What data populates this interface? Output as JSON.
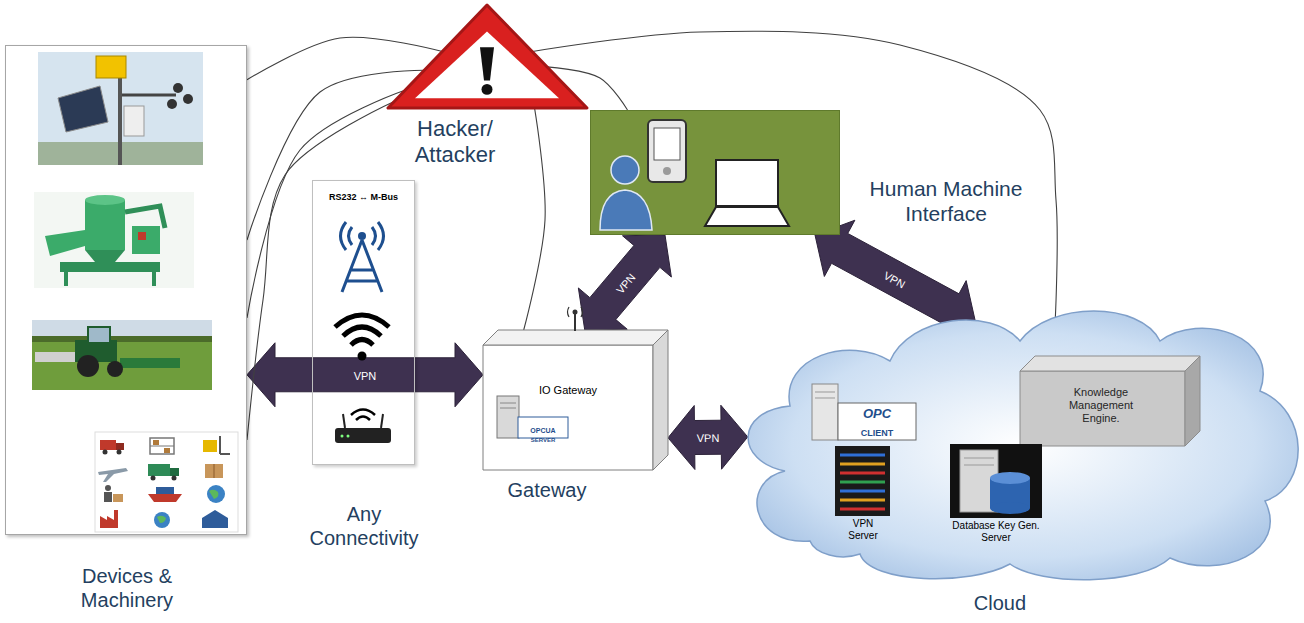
{
  "diagram": {
    "nodes": [
      {
        "text": [
          "Hacker/ Attacker"
        ]
      },
      {
        "text": [
          "Devices & Machinery"
        ]
      },
      {
        "text": [
          "RS232 ↔ M-Bus",
          "Any Connectivity"
        ]
      },
      {
        "text": [
          "Human Machine Interface"
        ]
      },
      {
        "text": [
          "IO Gateway",
          "Gateway"
        ]
      },
      {
        "text": [
          "Cloud"
        ]
      },
      {
        "text": [
          "Knowledge Management Engine."
        ],
        "in": 5
      },
      {
        "text": [
          "VPN Server"
        ],
        "in": 5
      },
      {
        "text": [
          "Database Key Gen. Server"
        ],
        "in": 5
      }
    ],
    "edges": [
      {
        "from": 1,
        "to": 4,
        "label": "VPN",
        "arrow": "both"
      },
      {
        "from": 4,
        "to": 3,
        "label": "VPN",
        "arrow": "both"
      },
      {
        "from": 4,
        "to": 5,
        "label": "VPN",
        "arrow": "both"
      },
      {
        "from": 3,
        "to": 5,
        "label": "VPN",
        "arrow": "both"
      },
      {
        "from": 0,
        "to": 1,
        "arrow": "none"
      },
      {
        "from": 0,
        "to": 1,
        "arrow": "none"
      },
      {
        "from": 0,
        "to": 1,
        "arrow": "none"
      },
      {
        "from": 0,
        "to": 1,
        "arrow": "none"
      },
      {
        "from": 0,
        "to": 4,
        "arrow": "none"
      },
      {
        "from": 0,
        "to": 3,
        "arrow": "none"
      },
      {
        "from": 0,
        "to": 5,
        "arrow": "none"
      }
    ],
    "labels": [
      "OPCUA",
      "SERVER",
      "OPC",
      "CLIENT"
    ]
  }
}
